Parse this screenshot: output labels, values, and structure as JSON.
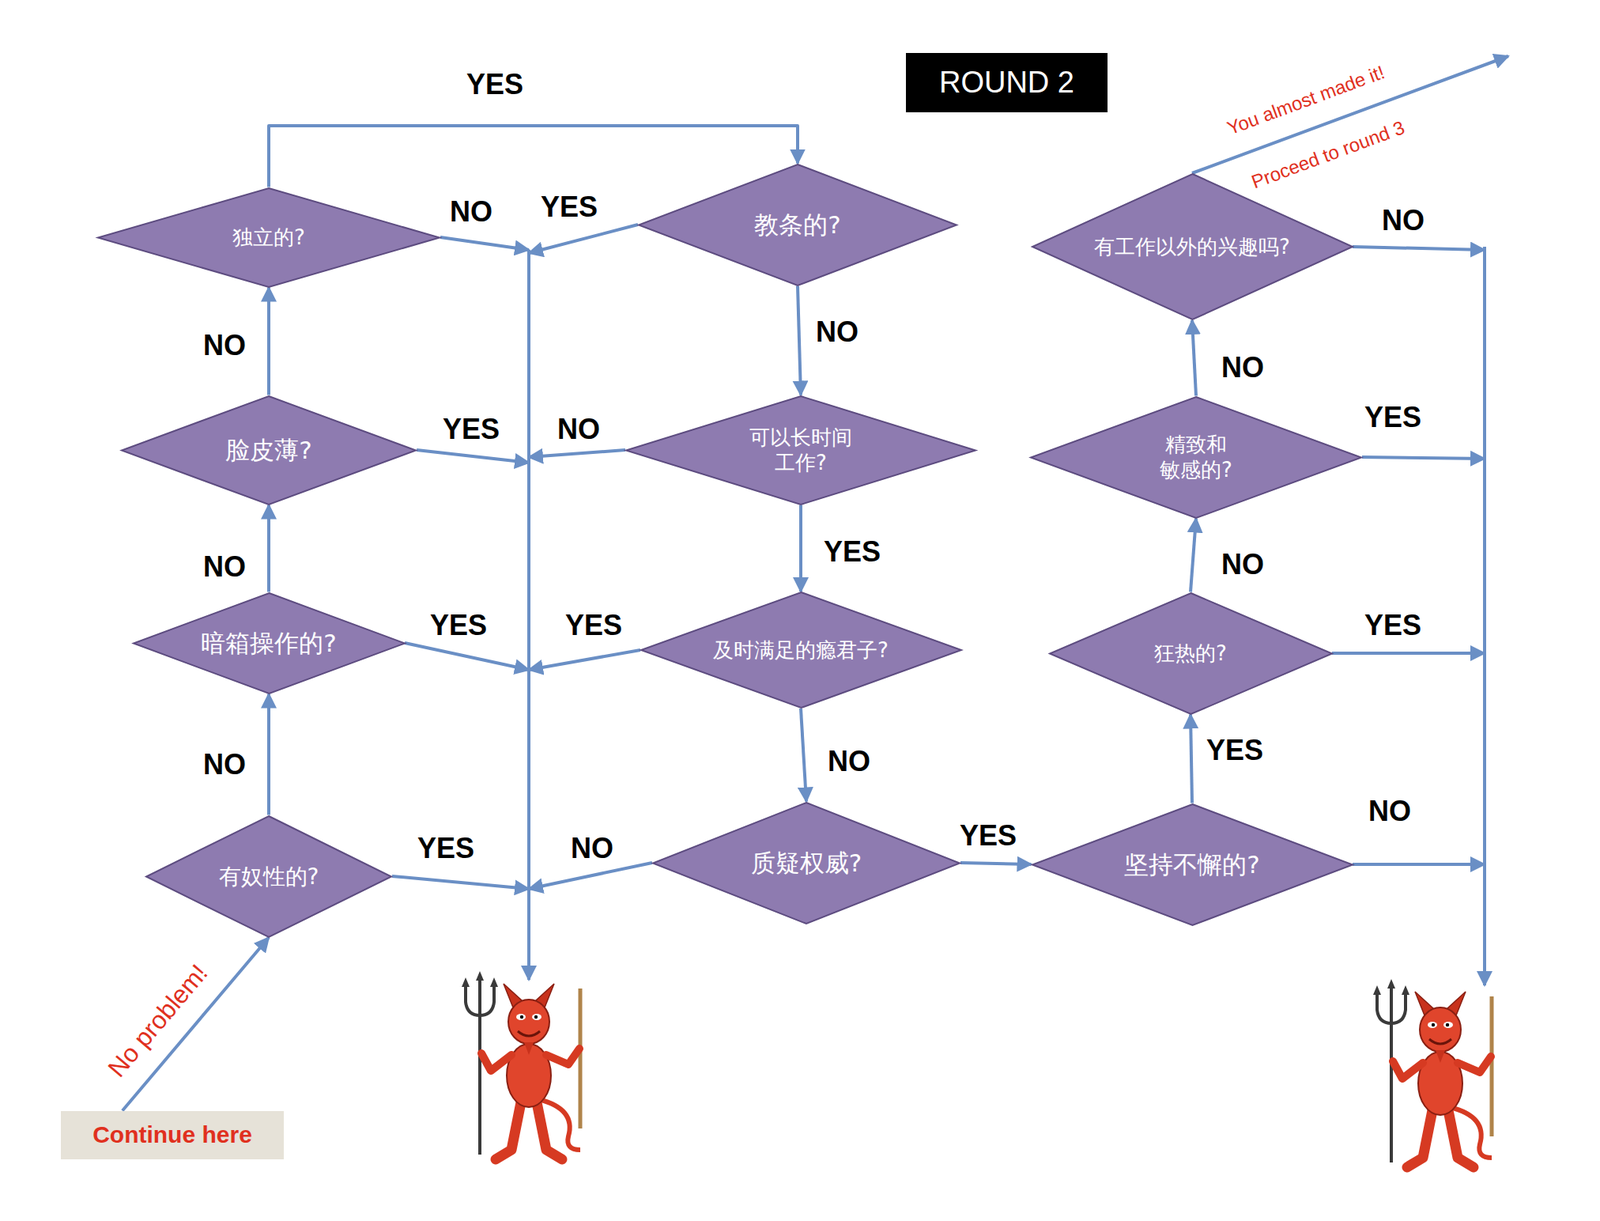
{
  "diagram": {
    "title": "ROUND 2",
    "nodes": [
      {
        "text": [
          "独立的?"
        ]
      },
      {
        "text": [
          "教条的?"
        ]
      },
      {
        "text": [
          "有工作以外的兴趣吗?"
        ]
      },
      {
        "text": [
          "脸皮薄?"
        ]
      },
      {
        "text": [
          "可以长时间 工作?"
        ]
      },
      {
        "text": [
          "精致和 敏感的?"
        ]
      },
      {
        "text": [
          "暗箱操作的?"
        ]
      },
      {
        "text": [
          "及时满足的瘾君子?"
        ]
      },
      {
        "text": [
          "狂热的?"
        ]
      },
      {
        "text": [
          "有奴性的?"
        ]
      },
      {
        "text": [
          "质疑权威?"
        ]
      },
      {
        "text": [
          "坚持不懈的?"
        ]
      },
      {
        "text": [
          "Continue here"
        ]
      }
    ],
    "edges": [
      {
        "from": 9,
        "to": 6,
        "label": "NO",
        "arrow": "to"
      },
      {
        "from": 6,
        "to": 3,
        "label": "NO",
        "arrow": "to"
      },
      {
        "from": 3,
        "to": 0,
        "label": "NO",
        "arrow": "to"
      },
      {
        "from": 0,
        "to": 1,
        "label": "YES",
        "arrow": "to"
      },
      {
        "from": 1,
        "to": 4,
        "label": "NO",
        "arrow": "to"
      },
      {
        "from": 4,
        "to": 7,
        "label": "YES",
        "arrow": "to"
      },
      {
        "from": 7,
        "to": 10,
        "label": "NO",
        "arrow": "to"
      },
      {
        "from": 10,
        "to": 11,
        "label": "YES",
        "arrow": "to"
      },
      {
        "from": 11,
        "to": 8,
        "label": "YES",
        "arrow": "to"
      },
      {
        "from": 8,
        "to": 5,
        "label": "NO",
        "arrow": "to"
      },
      {
        "from": 5,
        "to": 2,
        "label": "NO",
        "arrow": "to"
      },
      {
        "from": 12,
        "to": 9,
        "label": "No problem!",
        "arrow": "to"
      }
    ],
    "labels": [
      "NO",
      "YES",
      "YES",
      "NO",
      "YES",
      "YES",
      "YES",
      "NO",
      "You almost made it!",
      "Proceed to round 3",
      "NO",
      "YES",
      "YES",
      "NO"
    ]
  }
}
